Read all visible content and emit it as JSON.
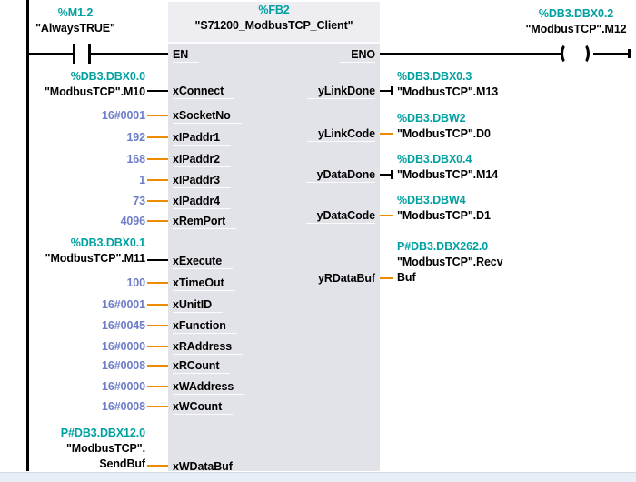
{
  "colors": {
    "address": "#00A0A0",
    "constant": "#6E7DC8",
    "param-wire": "#EF8B00",
    "bool-wire": "#000000",
    "block-head": "#EDEDF2",
    "block-body": "#E2E2E9"
  },
  "contact": {
    "address": "%M1.2",
    "operand": "\"AlwaysTRUE\""
  },
  "block": {
    "address": "%FB2",
    "title": "\"S71200_ModbusTCP_Client\"",
    "en": "EN",
    "eno": "ENO"
  },
  "coil": {
    "address": "%DB3.DBX0.2",
    "operand": "\"ModbusTCP\".M12"
  },
  "inputs": [
    {
      "pin": "xConnect",
      "lines": [
        "%DB3.DBX0.0",
        "\"ModbusTCP\".M10"
      ]
    },
    {
      "pin": "xSocketNo",
      "value": "16#0001"
    },
    {
      "pin": "xIPaddr1",
      "value": "192"
    },
    {
      "pin": "xIPaddr2",
      "value": "168"
    },
    {
      "pin": "xIPaddr3",
      "value": "1"
    },
    {
      "pin": "xIPaddr4",
      "value": "73"
    },
    {
      "pin": "xRemPort",
      "value": "4096"
    },
    {
      "pin": "xExecute",
      "lines": [
        "%DB3.DBX0.1",
        "\"ModbusTCP\".M11"
      ]
    },
    {
      "pin": "xTimeOut",
      "value": "100"
    },
    {
      "pin": "xUnitID",
      "value": "16#0001"
    },
    {
      "pin": "xFunction",
      "value": "16#0045"
    },
    {
      "pin": "xRAddress",
      "value": "16#0000"
    },
    {
      "pin": "xRCount",
      "value": "16#0008"
    },
    {
      "pin": "xWAddress",
      "value": "16#0000"
    },
    {
      "pin": "xWCount",
      "value": "16#0008"
    },
    {
      "pin": "xWDataBuf",
      "lines": [
        "P#DB3.DBX12.0",
        "\"ModbusTCP\".",
        "SendBuf"
      ]
    }
  ],
  "outputs": [
    {
      "pin": "yLinkDone",
      "lines": [
        "%DB3.DBX0.3",
        "\"ModbusTCP\".M13"
      ]
    },
    {
      "pin": "yLinkCode",
      "lines": [
        "%DB3.DBW2",
        "\"ModbusTCP\".D0"
      ]
    },
    {
      "pin": "yDataDone",
      "lines": [
        "%DB3.DBX0.4",
        "\"ModbusTCP\".M14"
      ]
    },
    {
      "pin": "yDataCode",
      "lines": [
        "%DB3.DBW4",
        "\"ModbusTCP\".D1"
      ]
    },
    {
      "pin": "yRDataBuf",
      "lines": [
        "P#DB3.DBX262.0",
        "\"ModbusTCP\".Recv",
        "Buf"
      ]
    }
  ]
}
